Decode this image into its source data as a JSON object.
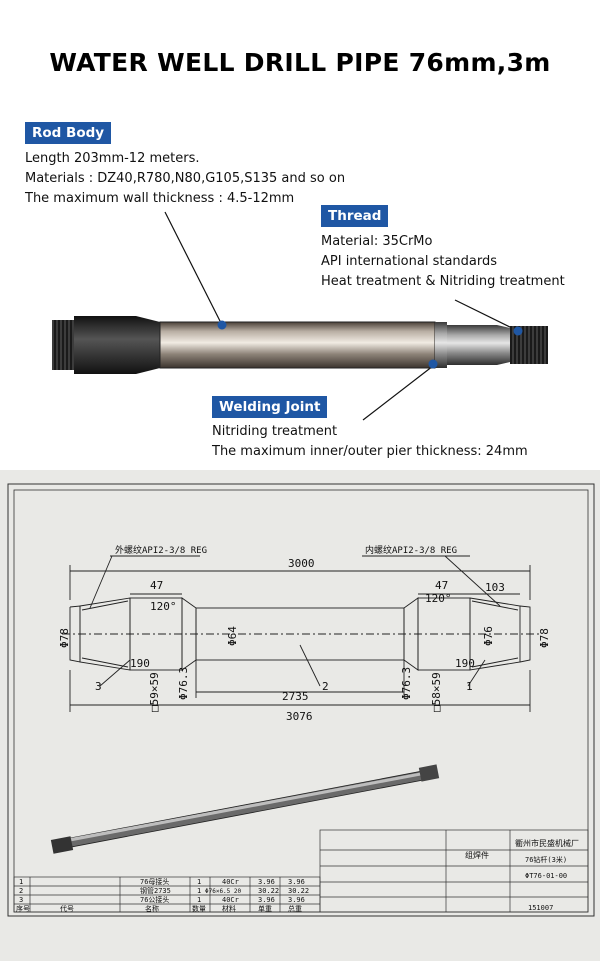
{
  "title": "WATER WELL DRILL PIPE 76mm,3m",
  "rod_body": {
    "label": "Rod Body",
    "lines": [
      "Length 203mm-12 meters.",
      "Materials : DZ40,R780,N80,G105,S135 and so on",
      "The maximum wall thickness : 4.5-12mm"
    ]
  },
  "thread": {
    "label": "Thread",
    "lines": [
      "Material: 35CrMo",
      "API international standards",
      "Heat treatment & Nitriding treatment"
    ]
  },
  "welding_joint": {
    "label": "Welding Joint",
    "lines": [
      "Nitriding treatment",
      "The maximum inner/outer pier thickness: 24mm"
    ]
  },
  "accent_color": "#1f57a4",
  "drawing": {
    "left_thread_label": "外螺纹API2-3/8 REG",
    "right_thread_label": "内螺纹API2-3/8 REG",
    "dim_3000": "3000",
    "dim_47_left": "47",
    "dim_47_right": "47",
    "dim_103": "103",
    "dim_120_left": "120°",
    "dim_120_right": "120°",
    "dim_d78_left": "Φ78",
    "dim_d78_right": "Φ78",
    "dim_d64": "Φ64",
    "dim_d76_left": "Φ76",
    "dim_d76_mid": "Φ76.3",
    "dim_d76_right": "Φ76.3",
    "dim_190_left": "190",
    "dim_190_right": "190",
    "dim_sq59": "□59×59",
    "dim_sq58": "□58×59",
    "dim_2735": "2735",
    "dim_3076": "3076",
    "part_1": "1",
    "part_2": "2",
    "part_3": "3",
    "title_block": {
      "company": "衢州市民盛机械厂",
      "assembly": "组焊件",
      "product": "76钻杆(3米)",
      "drawing_no": "ΦT76-01-00",
      "date": "151007",
      "rows": [
        [
          "1",
          "",
          "76母接头",
          "1",
          "40Cr",
          "3.96",
          "3.96"
        ],
        [
          "2",
          "",
          "钢管2735",
          "1",
          "Φ76×6.5 20",
          "30.22",
          "30.22"
        ],
        [
          "3",
          "",
          "76公接头",
          "1",
          "40Cr",
          "3.96",
          "3.96"
        ]
      ],
      "header": [
        "序号",
        "代号",
        "名称",
        "数量",
        "材料",
        "单重",
        "总重"
      ]
    }
  }
}
